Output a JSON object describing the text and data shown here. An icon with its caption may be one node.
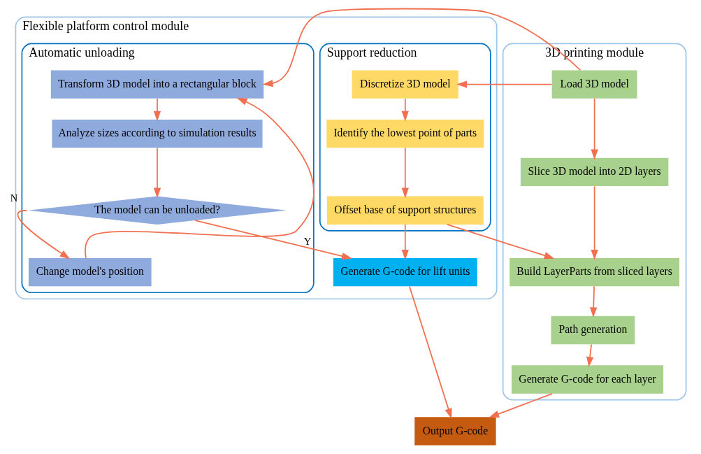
{
  "diagram": {
    "nodes": [
      {
        "text": [
          "Flexible platform control module"
        ]
      },
      {
        "text": [
          "Automatic unloading"
        ],
        "in": 0
      },
      {
        "text": [
          "Transform 3D model into a rectangular block"
        ],
        "in": 1
      },
      {
        "text": [
          "Analyze sizes according to simulation results"
        ],
        "in": 1
      },
      {
        "text": [
          "The model can be unloaded?"
        ],
        "in": 1
      },
      {
        "text": [
          "Change model's position"
        ],
        "in": 1
      },
      {
        "text": [
          "Support reduction"
        ],
        "in": 0
      },
      {
        "text": [
          "Discretize 3D model"
        ],
        "in": 6
      },
      {
        "text": [
          "Identify the lowest point of parts"
        ],
        "in": 6
      },
      {
        "text": [
          "Offset base of support structures"
        ],
        "in": 6
      },
      {
        "text": [
          "Generate G-code for lift units"
        ],
        "in": 0
      },
      {
        "text": [
          "3D printing module"
        ]
      },
      {
        "text": [
          "Load 3D model"
        ],
        "in": 11
      },
      {
        "text": [
          "Slice 3D model into 2D layers"
        ],
        "in": 11
      },
      {
        "text": [
          "Build LayerParts from sliced layers"
        ],
        "in": 11
      },
      {
        "text": [
          "Path generation"
        ],
        "in": 11
      },
      {
        "text": [
          "Generate G-code for each layer"
        ],
        "in": 11
      },
      {
        "text": [
          "Output G-code"
        ]
      }
    ],
    "edges": [
      {
        "from": 12,
        "to": 2,
        "arrow": "to"
      },
      {
        "from": 12,
        "to": 7,
        "arrow": "to"
      },
      {
        "from": 12,
        "to": 13,
        "arrow": "to"
      },
      {
        "from": 2,
        "to": 3,
        "arrow": "to"
      },
      {
        "from": 3,
        "to": 4,
        "arrow": "to"
      },
      {
        "from": 4,
        "to": 5,
        "arrow": "to",
        "label": "N"
      },
      {
        "from": 5,
        "to": 2,
        "arrow": "to"
      },
      {
        "from": 4,
        "to": 10,
        "arrow": "to",
        "label": "Y"
      },
      {
        "from": 7,
        "to": 8,
        "arrow": "to"
      },
      {
        "from": 8,
        "to": 9,
        "arrow": "to"
      },
      {
        "from": 9,
        "to": 10,
        "arrow": "to"
      },
      {
        "from": 9,
        "to": 14,
        "arrow": "to"
      },
      {
        "from": 13,
        "to": 14,
        "arrow": "to"
      },
      {
        "from": 14,
        "to": 15,
        "arrow": "to"
      },
      {
        "from": 15,
        "to": 16,
        "arrow": "to"
      },
      {
        "from": 10,
        "to": 17,
        "arrow": "to"
      },
      {
        "from": 16,
        "to": 17,
        "arrow": "to"
      }
    ]
  }
}
